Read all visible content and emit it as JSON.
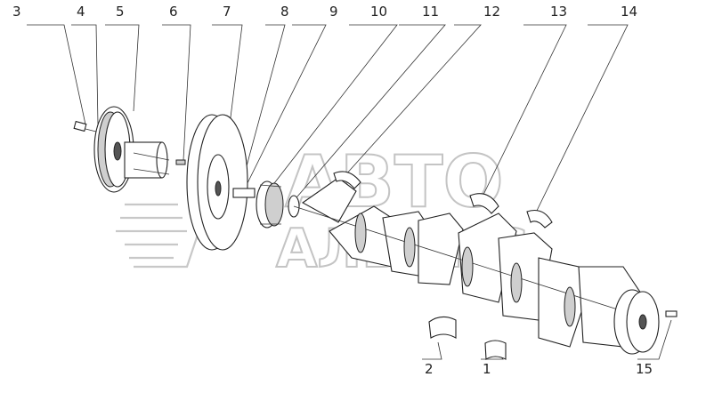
{
  "watermark": {
    "line1": "АВТО",
    "line2": "АЛЬЯНС"
  },
  "callouts": [
    {
      "id": "c3",
      "label": "3"
    },
    {
      "id": "c4",
      "label": "4"
    },
    {
      "id": "c5",
      "label": "5"
    },
    {
      "id": "c6",
      "label": "6"
    },
    {
      "id": "c7",
      "label": "7"
    },
    {
      "id": "c8",
      "label": "8"
    },
    {
      "id": "c9",
      "label": "9"
    },
    {
      "id": "c10",
      "label": "10"
    },
    {
      "id": "c11",
      "label": "11"
    },
    {
      "id": "c12",
      "label": "12"
    },
    {
      "id": "c13",
      "label": "13"
    },
    {
      "id": "c14",
      "label": "14"
    },
    {
      "id": "c2",
      "label": "2"
    },
    {
      "id": "c1",
      "label": "1"
    },
    {
      "id": "c15",
      "label": "15"
    }
  ]
}
